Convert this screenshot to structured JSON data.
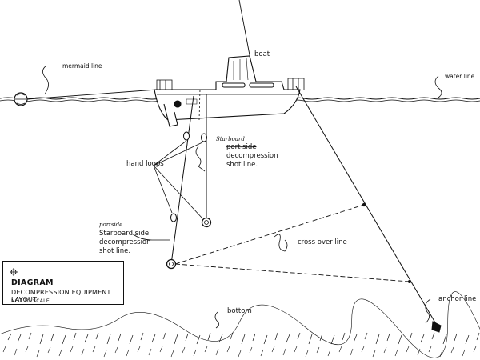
{
  "labels": {
    "boat": "boat",
    "mermaid_line": "mermaid line",
    "water_line": "water line",
    "hand_loops": "hand loops",
    "starboard_upper_correction": "Starboard",
    "starboard_shot_line_1": "port side",
    "starboard_shot_line_2": "decompression",
    "starboard_shot_line_3": "shot line.",
    "port_lower_correction": "portside",
    "port_shot_line_1": "Starboard side",
    "port_shot_line_2": "decompression",
    "port_shot_line_3": "shot line.",
    "cross_over_line": "cross over line",
    "anchor_line": "anchor line",
    "bottom": "bottom"
  },
  "title_box": {
    "title": "DIAGRAM",
    "subtitle": "DECOMPRESSION EQUIPMENT LAYOUT",
    "note": "NOT TO SCALE"
  },
  "colors": {
    "ink": "#111111",
    "paper": "#ffffff"
  }
}
